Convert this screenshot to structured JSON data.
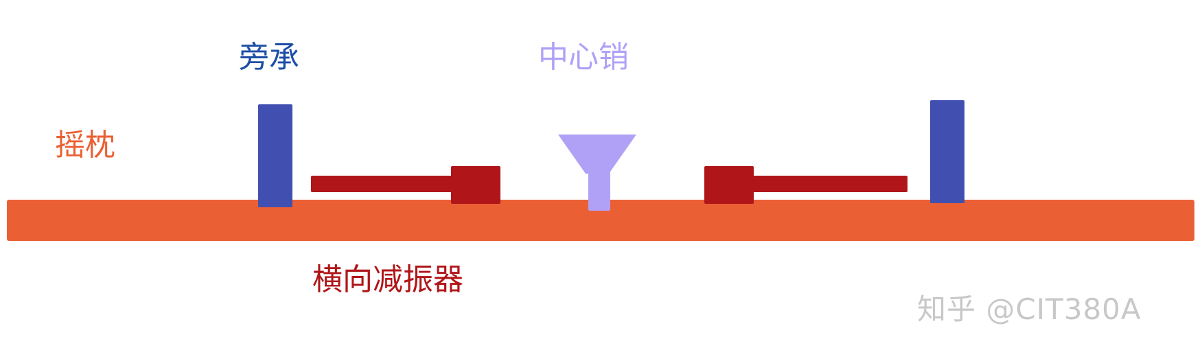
{
  "labels": {
    "side_bearing": "旁承",
    "center_pin": "中心销",
    "bolster": "摇枕",
    "lateral_damper": "横向减振器"
  },
  "watermark": "知乎 @CIT380A",
  "colors": {
    "bolster": "#ea6034",
    "side_bearing": "#4150b0",
    "damper": "#b01619",
    "center_pin": "#b0a1f7",
    "side_bearing_label": "#1d4ea6",
    "center_pin_label": "#b0a1f7",
    "bolster_label": "#ea6034",
    "damper_label": "#b01619"
  }
}
